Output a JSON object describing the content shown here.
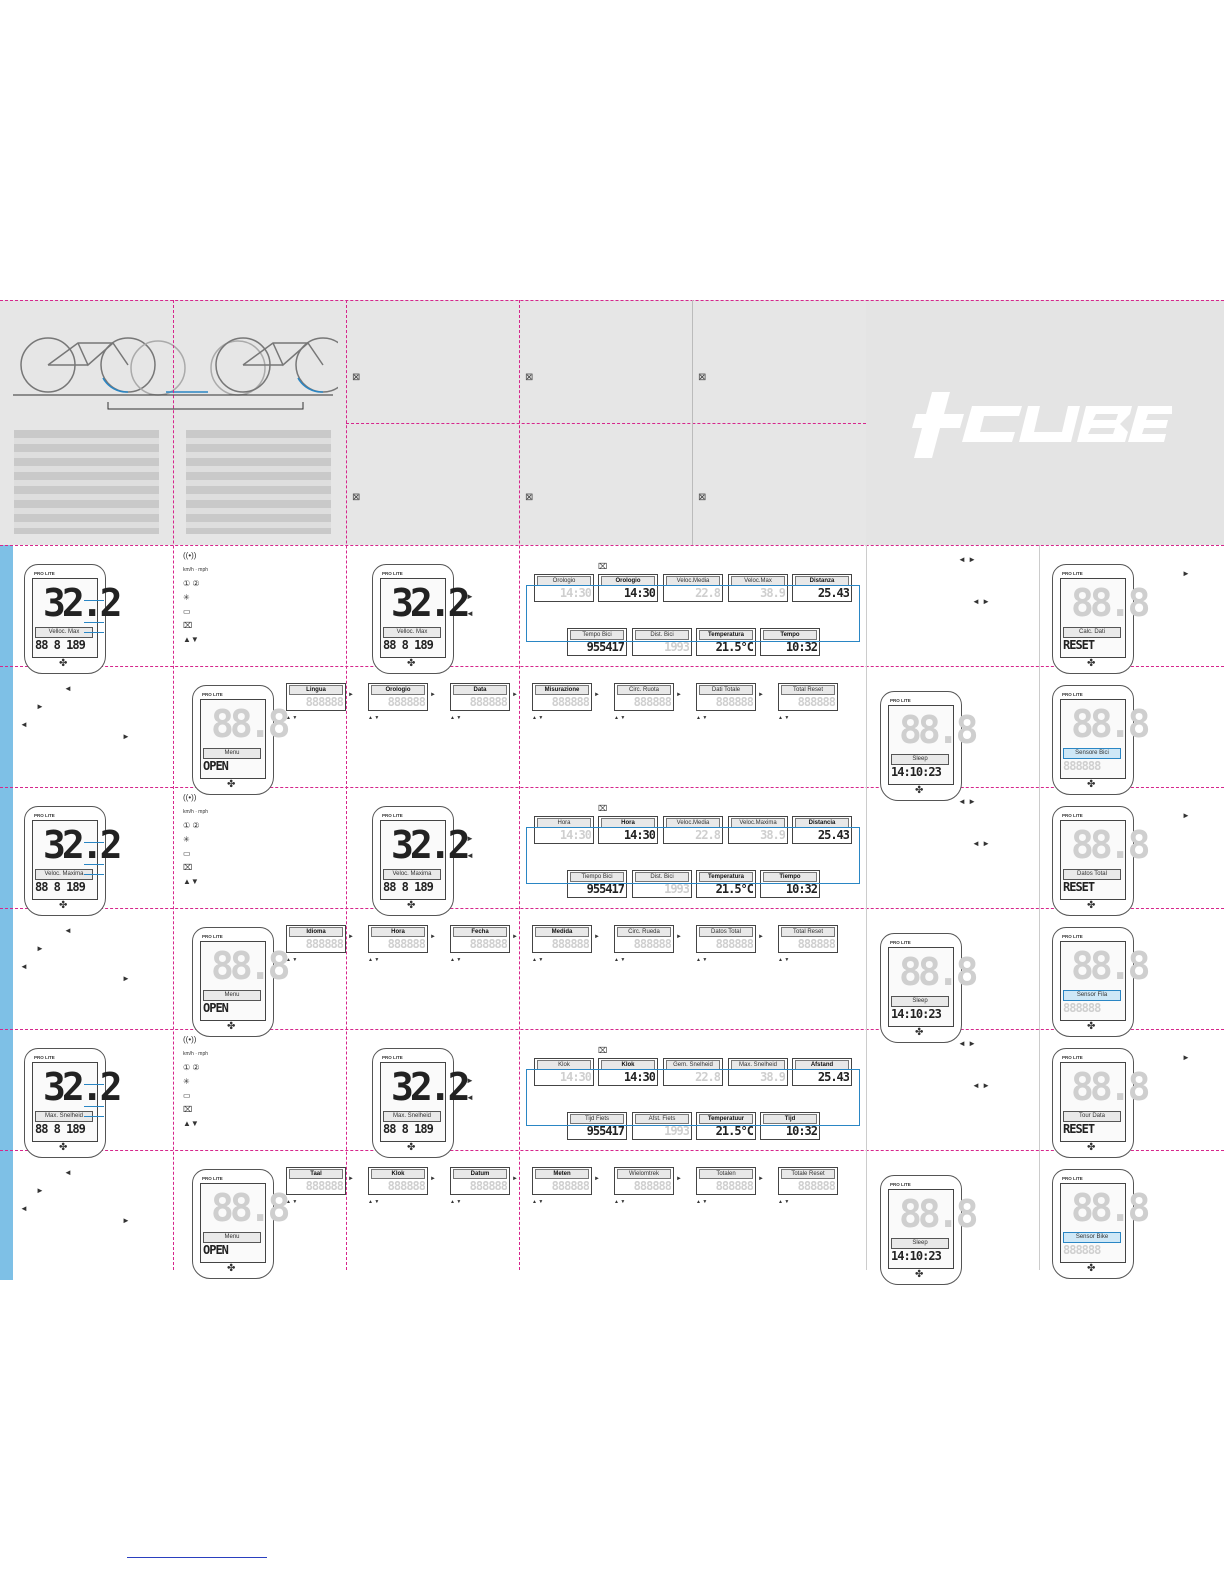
{
  "device": {
    "brand": "PRO LITE"
  },
  "weee_icon": "crossed-bin-icon",
  "speed": "32.2",
  "big_dim": "88.8",
  "rows": {
    "it": {
      "label_main": "Velloc. Max",
      "label_main2": "Velloc. Max",
      "row_val": "88 8 189",
      "flow_top": [
        {
          "t": "Orologio",
          "v": "14:30"
        },
        {
          "t": "Orologio",
          "v": "14:30"
        },
        {
          "t": "Veloc.Media",
          "v": "22.8"
        },
        {
          "t": "Veloc.Max",
          "v": "38.9"
        },
        {
          "t": "Distanza",
          "v": "25.43"
        }
      ],
      "flow_bottom": [
        {
          "t": "Tempo Bici",
          "v": "955417"
        },
        {
          "t": "Dist. Bici",
          "v": "1993"
        },
        {
          "t": "Temperatura",
          "v": "21.5°C"
        },
        {
          "t": "Tempo",
          "v": "10:32"
        }
      ],
      "menu": [
        "Lingua",
        "Orologio",
        "Data",
        "Misurazione",
        "Circ. Ruota",
        "Dati Totale",
        "Total Reset"
      ],
      "sleep": "Sleep",
      "sleep_val": "14:10:23",
      "cal_label": "Calc. Dati",
      "cal_val": "RESET",
      "sensor": "Sensore Bici"
    },
    "es": {
      "label_main": "Veloc. Maxima",
      "label_main2": "Veloc. Maxima",
      "row_val": "88 8 189",
      "flow_top": [
        {
          "t": "Hora",
          "v": "14:30"
        },
        {
          "t": "Hora",
          "v": "14:30"
        },
        {
          "t": "Veloc.Media",
          "v": "22.8"
        },
        {
          "t": "Veloc.Maxima",
          "v": "38.9"
        },
        {
          "t": "Distancia",
          "v": "25.43"
        }
      ],
      "flow_bottom": [
        {
          "t": "Tiempo Bici",
          "v": "955417"
        },
        {
          "t": "Dist. Bici",
          "v": "1993"
        },
        {
          "t": "Temperatura",
          "v": "21.5°C"
        },
        {
          "t": "Tiempo",
          "v": "10:32"
        }
      ],
      "menu": [
        "Idioma",
        "Hora",
        "Fecha",
        "Medida",
        "Circ. Rueda",
        "Datos Total",
        "Total Reset"
      ],
      "sleep": "Sleep",
      "sleep_val": "14:10:23",
      "cal_label": "Datos Total",
      "cal_val": "RESET",
      "sensor": "Sensor Fila"
    },
    "nl": {
      "label_main": "Max. Snelheid",
      "label_main2": "Max. Snelheid",
      "row_val": "88 8 189",
      "flow_top": [
        {
          "t": "Klok",
          "v": "14:30"
        },
        {
          "t": "Klok",
          "v": "14:30"
        },
        {
          "t": "Gem. Snelheid",
          "v": "22.8"
        },
        {
          "t": "Max. Snelheid",
          "v": "38.9"
        },
        {
          "t": "Afstand",
          "v": "25.43"
        }
      ],
      "flow_bottom": [
        {
          "t": "Tijd Fiets",
          "v": "955417"
        },
        {
          "t": "Afst. Fiets",
          "v": "1993"
        },
        {
          "t": "Temperatuur",
          "v": "21.5°C"
        },
        {
          "t": "Tijd",
          "v": "10:32"
        }
      ],
      "menu": [
        "Taal",
        "Klok",
        "Datum",
        "Meten",
        "Wielomtrek",
        "Totalen",
        "Totale Reset"
      ],
      "sleep": "Sleep",
      "sleep_val": "14:10:23",
      "cal_label": "Tour Data",
      "cal_val": "RESET",
      "sensor": "Sensor Bike"
    }
  },
  "menu_device": {
    "label": "Menu",
    "value": "OPEN"
  },
  "unit_text": "km/h · mph",
  "icons": [
    "wireless-icon",
    "unit-icon",
    "bike-1-2-icon",
    "light-icon",
    "battery-icon",
    "sensor-icon",
    "up-down-icon"
  ],
  "colors": {
    "magenta": "#d6268c",
    "blue": "#2a86c4",
    "strip": "#7ec0e6"
  }
}
